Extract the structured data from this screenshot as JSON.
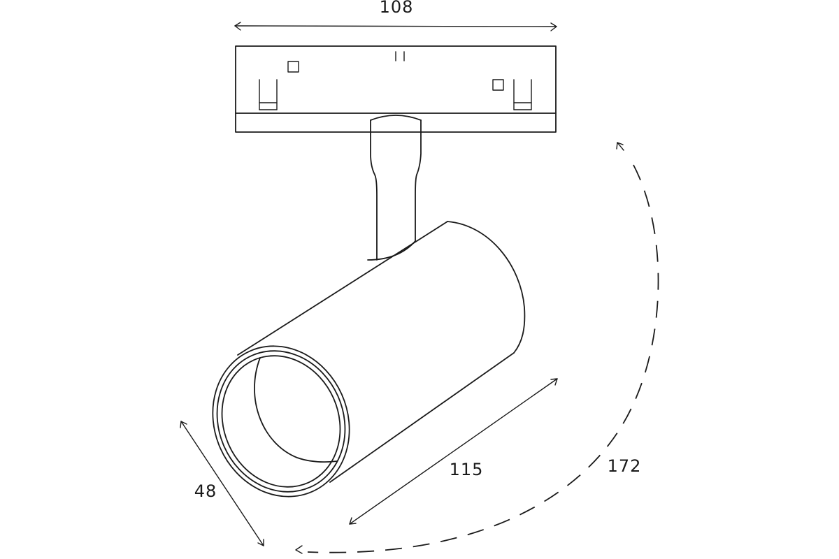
{
  "dimensions": {
    "width": "108",
    "length": "115",
    "diameter": "48",
    "rotation": "172"
  },
  "colors": {
    "line": "#1a1a1a",
    "background": "#ffffff"
  }
}
